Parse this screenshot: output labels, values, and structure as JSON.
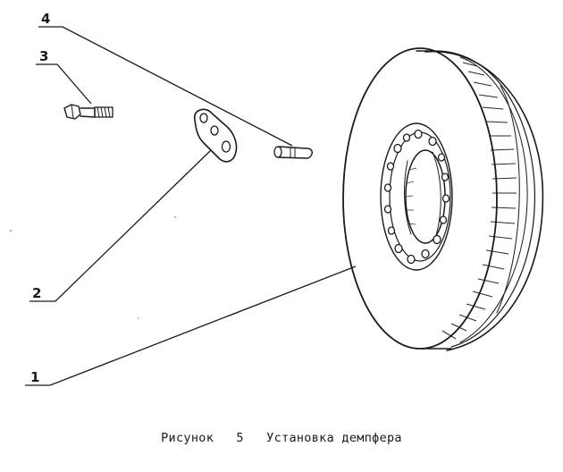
{
  "callouts": {
    "c1": "1",
    "c2": "2",
    "c3": "3",
    "c4": "4"
  },
  "caption": {
    "figure_word": "Рисунок",
    "figure_number": "5",
    "title": "Установка демпфера"
  },
  "parts": {
    "p1": "damper",
    "p2": "lock-plate",
    "p3": "bolt",
    "p4": "pin"
  },
  "colors": {
    "ink": "#1a1a1a",
    "paper": "#ffffff"
  }
}
